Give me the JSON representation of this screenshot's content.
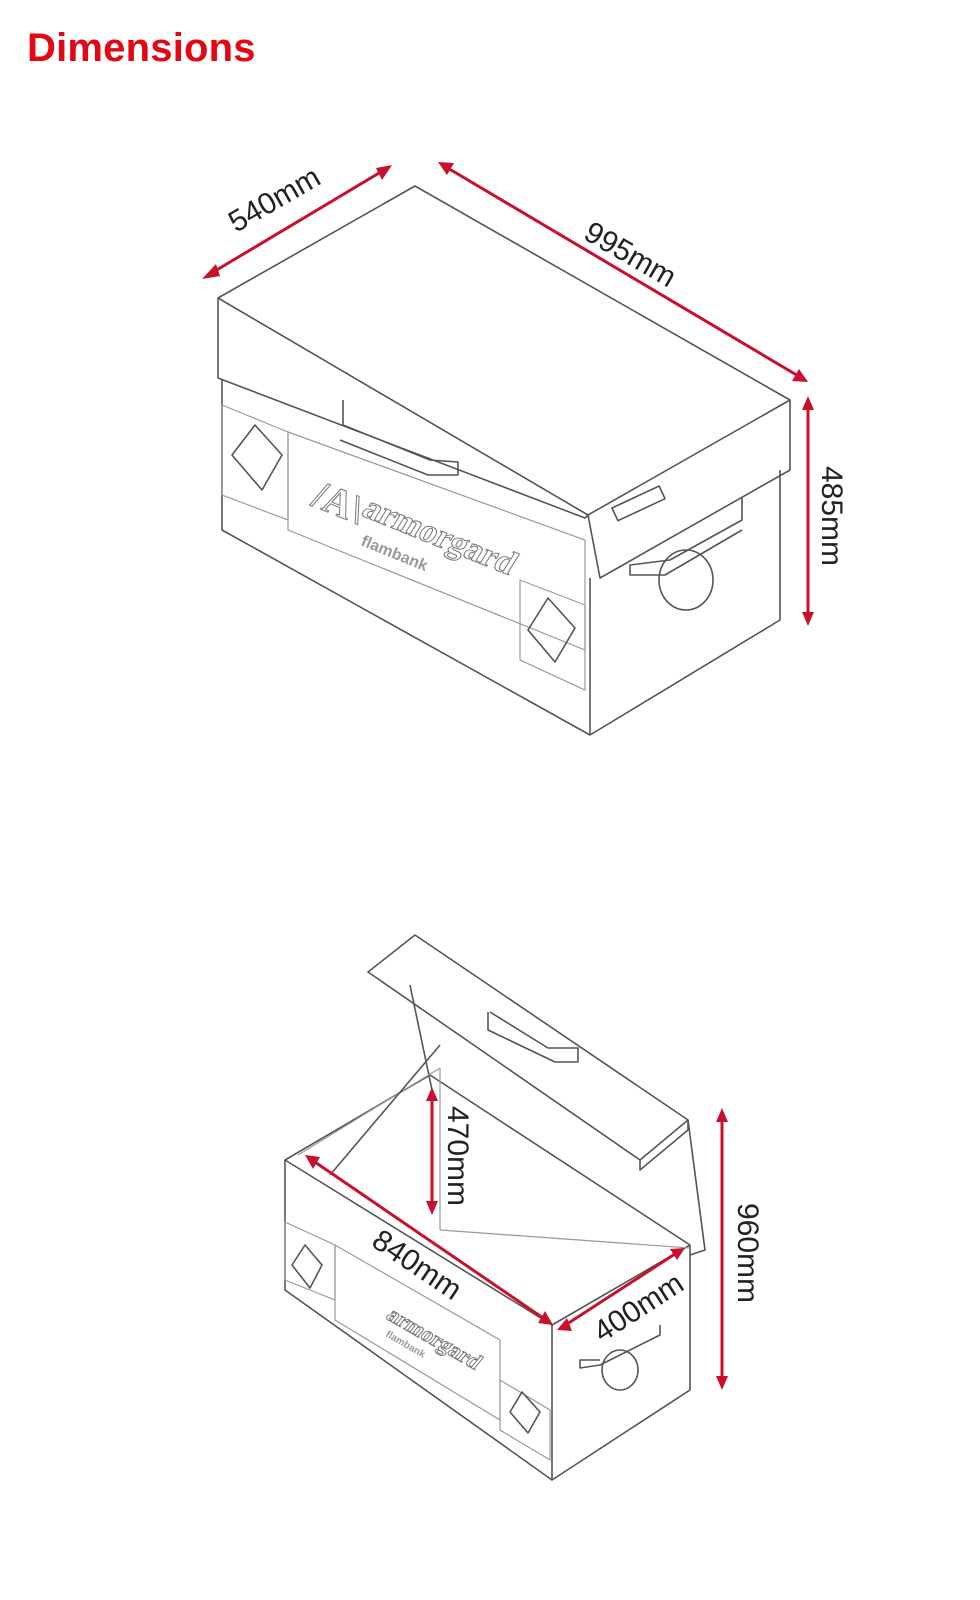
{
  "title": "Dimensions",
  "accent_color": "#e30613",
  "closed_box": {
    "depth_label": "540mm",
    "width_label": "995mm",
    "height_label": "485mm"
  },
  "open_box": {
    "internal_length_label": "840mm",
    "internal_depth_label": "400mm",
    "internal_height_label": "470mm",
    "open_height_label": "960mm"
  },
  "logo": {
    "brand": "armorgard",
    "product": "flambank"
  }
}
